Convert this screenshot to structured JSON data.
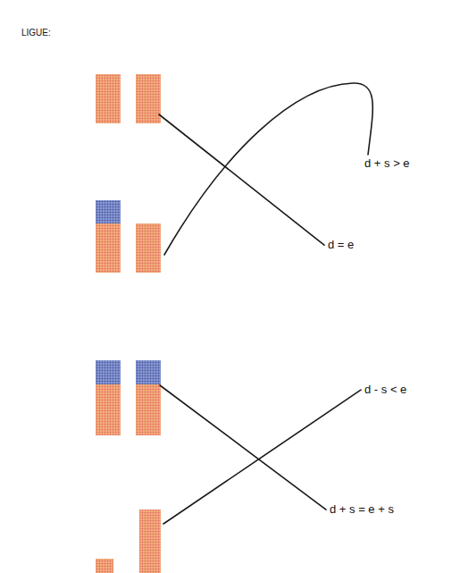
{
  "diagram": {
    "title": "LIGUE:",
    "labels": [
      "d + s > e",
      "d = e",
      "d - s < e",
      "d + s = e + s"
    ]
  }
}
